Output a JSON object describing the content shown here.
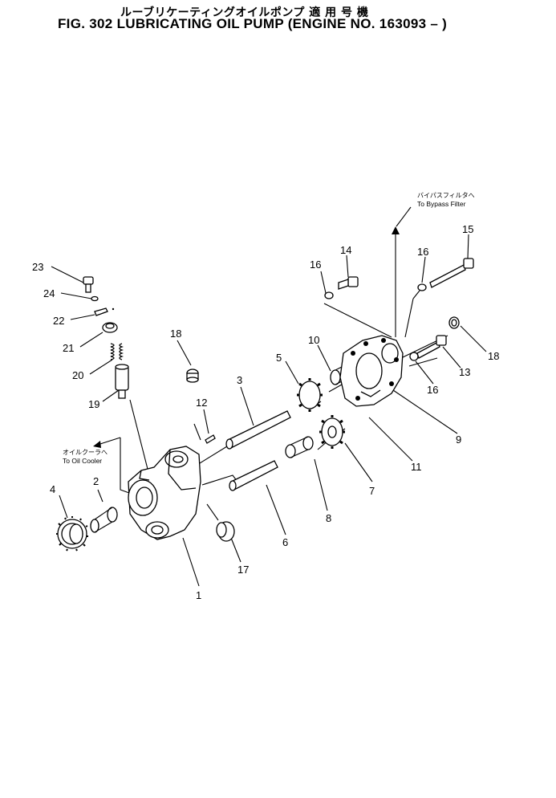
{
  "title": {
    "japanese": "ルーブリケーティングオイルポンプ 適 用 号 機",
    "english": "FIG. 302  LUBRICATING OIL PUMP (ENGINE NO. 163093 –  )"
  },
  "notes": {
    "bypass_jp": "バイパスフィルタへ",
    "bypass_en": "To Bypass Filter",
    "cooler_jp": "オイルクーラへ",
    "cooler_en": "To Oil Cooler"
  },
  "callouts": {
    "c1": "1",
    "c2": "2",
    "c3": "3",
    "c4": "4",
    "c5": "5",
    "c6": "6",
    "c7": "7",
    "c8": "8",
    "c9": "9",
    "c10": "10",
    "c11": "11",
    "c12": "12",
    "c13": "13",
    "c14": "14",
    "c15": "15",
    "c16a": "16",
    "c16b": "16",
    "c16c": "16",
    "c17": "17",
    "c18a": "18",
    "c18b": "18",
    "c19": "19",
    "c20": "20",
    "c21": "21",
    "c22": "22",
    "c23": "23",
    "c24": "24"
  },
  "colors": {
    "ink": "#000000",
    "paper": "#ffffff"
  }
}
